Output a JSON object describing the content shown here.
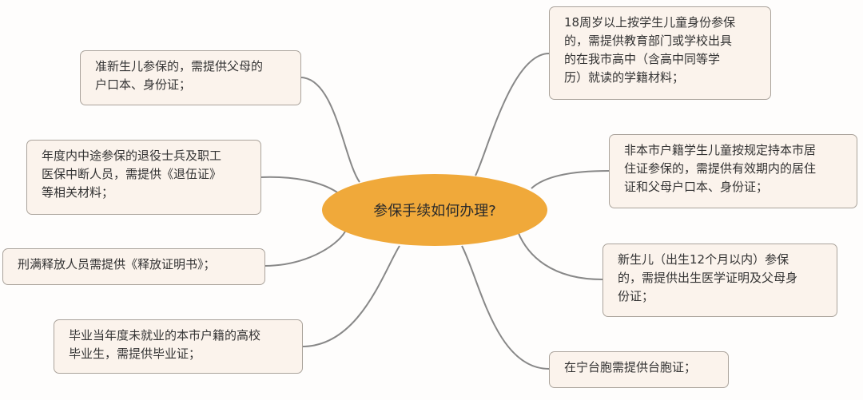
{
  "center": {
    "title": "参保手续如何办理?"
  },
  "colors": {
    "center": "#f0a93a",
    "node_bg": "#fbf3ec",
    "node_border": "#aaa39b",
    "link": "#888888"
  },
  "left_nodes": [
    {
      "lines": [
        "准新生儿参保的，需提供父母的",
        "户口本、身份证；"
      ]
    },
    {
      "lines": [
        "年度内中途参保的退役士兵及职工",
        "医保中断人员，需提供《退伍证》",
        "等相关材料；"
      ]
    },
    {
      "lines": [
        "刑满释放人员需提供《释放证明书》；"
      ]
    },
    {
      "lines": [
        "毕业当年度未就业的本市户籍的高校",
        "毕业生，需提供毕业证；"
      ]
    }
  ],
  "right_nodes": [
    {
      "lines": [
        "18周岁以上按学生儿童身份参保",
        "的，需提供教育部门或学校出具",
        "的在我市高中（含高中同等学",
        "历）就读的学籍材料；"
      ]
    },
    {
      "lines": [
        "非本市户籍学生儿童按规定持本市居",
        "住证参保的，需提供有效期内的居住",
        "证和父母户口本、身份证；"
      ]
    },
    {
      "lines": [
        "新生儿（出生12个月以内）参保",
        "的，需提供出生医学证明及父母身",
        "份证；"
      ]
    },
    {
      "lines": [
        "在宁台胞需提供台胞证；"
      ]
    }
  ]
}
